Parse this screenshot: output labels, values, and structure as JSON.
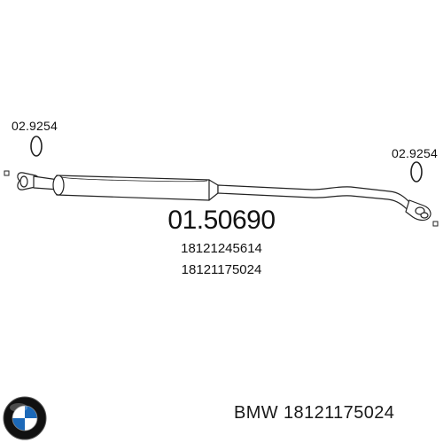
{
  "diagram": {
    "gasket_left_code": "02.9254",
    "gasket_right_code": "02.9254",
    "part_number": "01.50690",
    "oem_numbers": [
      "18121245614",
      "18121175024"
    ]
  },
  "footer": {
    "brand": "BMW",
    "part_number": "18121175024",
    "text": "BMW 18121175024"
  },
  "logo": {
    "name": "bmw-logo",
    "colors": {
      "blue": "#1c69b8",
      "black": "#111111",
      "white": "#ffffff"
    }
  }
}
